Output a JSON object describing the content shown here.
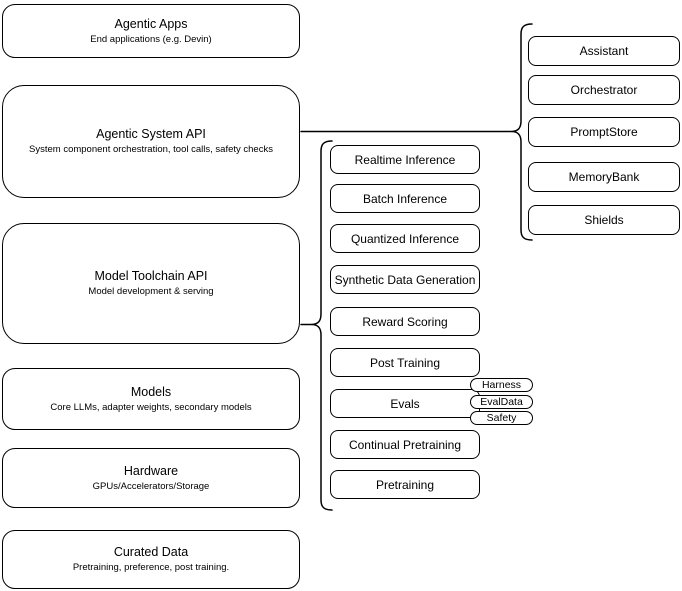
{
  "diagram": {
    "stack": [
      {
        "title": "Agentic Apps",
        "subtitle": "End applications (e.g. Devin)"
      },
      {
        "title": "Agentic System API",
        "subtitle": "System component orchestration, tool calls, safety checks"
      },
      {
        "title": "Model Toolchain API",
        "subtitle": "Model development & serving"
      },
      {
        "title": "Models",
        "subtitle": "Core LLMs, adapter weights, secondary models"
      },
      {
        "title": "Hardware",
        "subtitle": "GPUs/Accelerators/Storage"
      },
      {
        "title": "Curated Data",
        "subtitle": "Pretraining, preference, post training."
      }
    ],
    "toolchain_components": {
      "items": [
        "Realtime Inference",
        "Batch Inference",
        "Quantized Inference",
        "Synthetic Data Generation",
        "Reward Scoring",
        "Post Training",
        "Evals",
        "Continual Pretraining",
        "Pretraining"
      ]
    },
    "evals_tags": [
      "Harness",
      "EvalData",
      "Safety"
    ],
    "system_components": {
      "items": [
        "Assistant",
        "Orchestrator",
        "PromptStore",
        "MemoryBank",
        "Shields"
      ]
    },
    "colors": {
      "stroke": "#000000",
      "fill": "#ffffff",
      "background": "#ffffff"
    }
  }
}
